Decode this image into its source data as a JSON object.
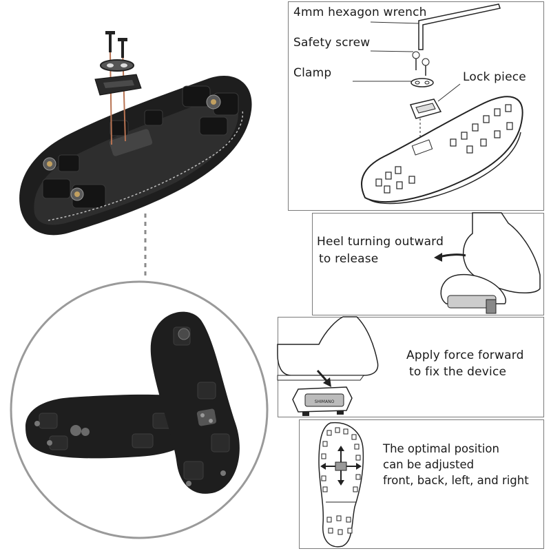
{
  "parts_panel": {
    "wrench_label": "4mm hexagon wrench",
    "screw_label": "Safety screw",
    "clamp_label": "Clamp",
    "lock_label": "Lock piece"
  },
  "release_panel": {
    "line1": "Heel turning outward",
    "line2": "to release"
  },
  "fix_panel": {
    "line1": "Apply force forward",
    "line2": "to fix the device"
  },
  "position_panel": {
    "line1": "The optimal position",
    "line2": "can be adjusted",
    "line3": "front, back, left, and right"
  },
  "pedal_brand": "SHIMANO",
  "colors": {
    "shoe_black": "#1e1e1e",
    "panel_border": "#7a7a7a",
    "screw_copper": "#b87352",
    "dash_line": "#8a8a8a"
  }
}
